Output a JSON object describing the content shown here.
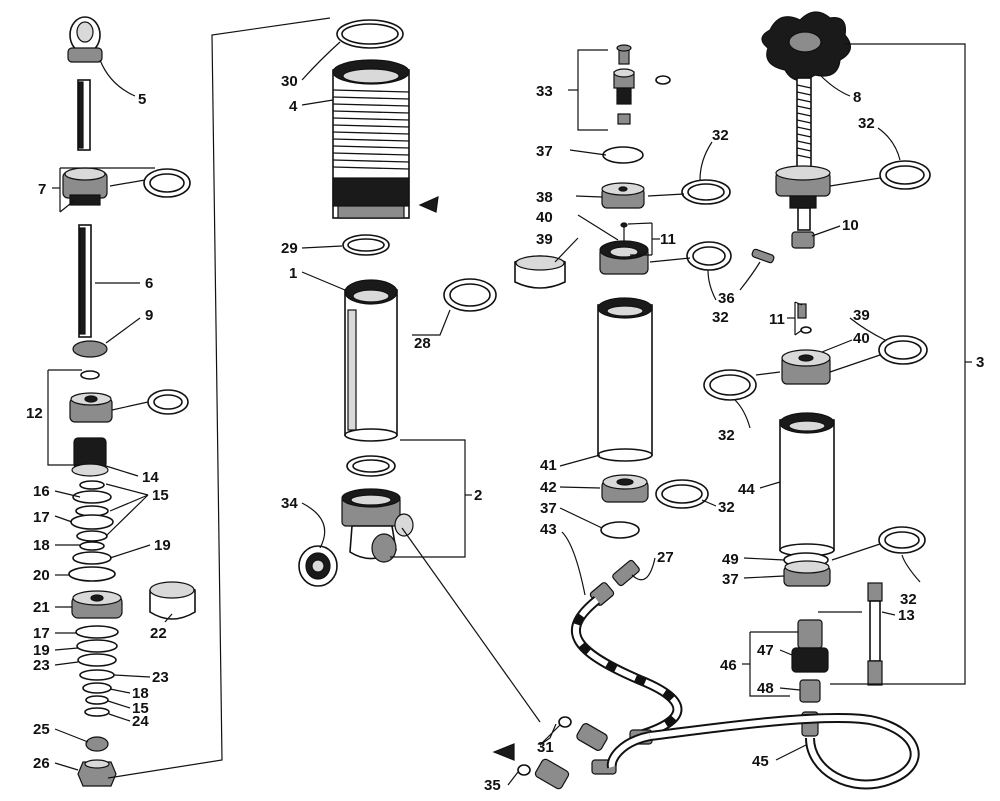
{
  "diagram": {
    "callouts": [
      {
        "id": "c5",
        "text": "5"
      },
      {
        "id": "c7",
        "text": "7"
      },
      {
        "id": "c6",
        "text": "6"
      },
      {
        "id": "c9",
        "text": "9"
      },
      {
        "id": "c12",
        "text": "12"
      },
      {
        "id": "c14",
        "text": "14"
      },
      {
        "id": "c16",
        "text": "16"
      },
      {
        "id": "c15a",
        "text": "15"
      },
      {
        "id": "c17a",
        "text": "17"
      },
      {
        "id": "c18a",
        "text": "18"
      },
      {
        "id": "c19a",
        "text": "19"
      },
      {
        "id": "c20",
        "text": "20"
      },
      {
        "id": "c21",
        "text": "21"
      },
      {
        "id": "c22",
        "text": "22"
      },
      {
        "id": "c17b",
        "text": "17"
      },
      {
        "id": "c19b",
        "text": "19"
      },
      {
        "id": "c23a",
        "text": "23"
      },
      {
        "id": "c23b",
        "text": "23"
      },
      {
        "id": "c18b",
        "text": "18"
      },
      {
        "id": "c15b",
        "text": "15"
      },
      {
        "id": "c24",
        "text": "24"
      },
      {
        "id": "c25",
        "text": "25"
      },
      {
        "id": "c26",
        "text": "26"
      },
      {
        "id": "c30",
        "text": "30"
      },
      {
        "id": "c4",
        "text": "4"
      },
      {
        "id": "c29",
        "text": "29"
      },
      {
        "id": "c1",
        "text": "1"
      },
      {
        "id": "c28",
        "text": "28"
      },
      {
        "id": "c2",
        "text": "2"
      },
      {
        "id": "c34",
        "text": "34"
      },
      {
        "id": "c33",
        "text": "33"
      },
      {
        "id": "c37a",
        "text": "37"
      },
      {
        "id": "c38",
        "text": "38"
      },
      {
        "id": "c40a",
        "text": "40"
      },
      {
        "id": "c39a",
        "text": "39"
      },
      {
        "id": "c11a",
        "text": "11"
      },
      {
        "id": "c32a",
        "text": "32"
      },
      {
        "id": "c32b",
        "text": "32"
      },
      {
        "id": "c41",
        "text": "41"
      },
      {
        "id": "c42",
        "text": "42"
      },
      {
        "id": "c37b",
        "text": "37"
      },
      {
        "id": "c43",
        "text": "43"
      },
      {
        "id": "c27",
        "text": "27"
      },
      {
        "id": "c32c",
        "text": "32"
      },
      {
        "id": "c31",
        "text": "31"
      },
      {
        "id": "c35",
        "text": "35"
      },
      {
        "id": "c8",
        "text": "8"
      },
      {
        "id": "c32d",
        "text": "32"
      },
      {
        "id": "c10",
        "text": "10"
      },
      {
        "id": "c36",
        "text": "36"
      },
      {
        "id": "c11b",
        "text": "11"
      },
      {
        "id": "c39b",
        "text": "39"
      },
      {
        "id": "c40b",
        "text": "40"
      },
      {
        "id": "c32e",
        "text": "32"
      },
      {
        "id": "c3",
        "text": "3"
      },
      {
        "id": "c44",
        "text": "44"
      },
      {
        "id": "c49",
        "text": "49"
      },
      {
        "id": "c37c",
        "text": "37"
      },
      {
        "id": "c32f",
        "text": "32"
      },
      {
        "id": "c13",
        "text": "13"
      },
      {
        "id": "c47",
        "text": "47"
      },
      {
        "id": "c46",
        "text": "46"
      },
      {
        "id": "c48",
        "text": "48"
      },
      {
        "id": "c45",
        "text": "45"
      }
    ]
  }
}
